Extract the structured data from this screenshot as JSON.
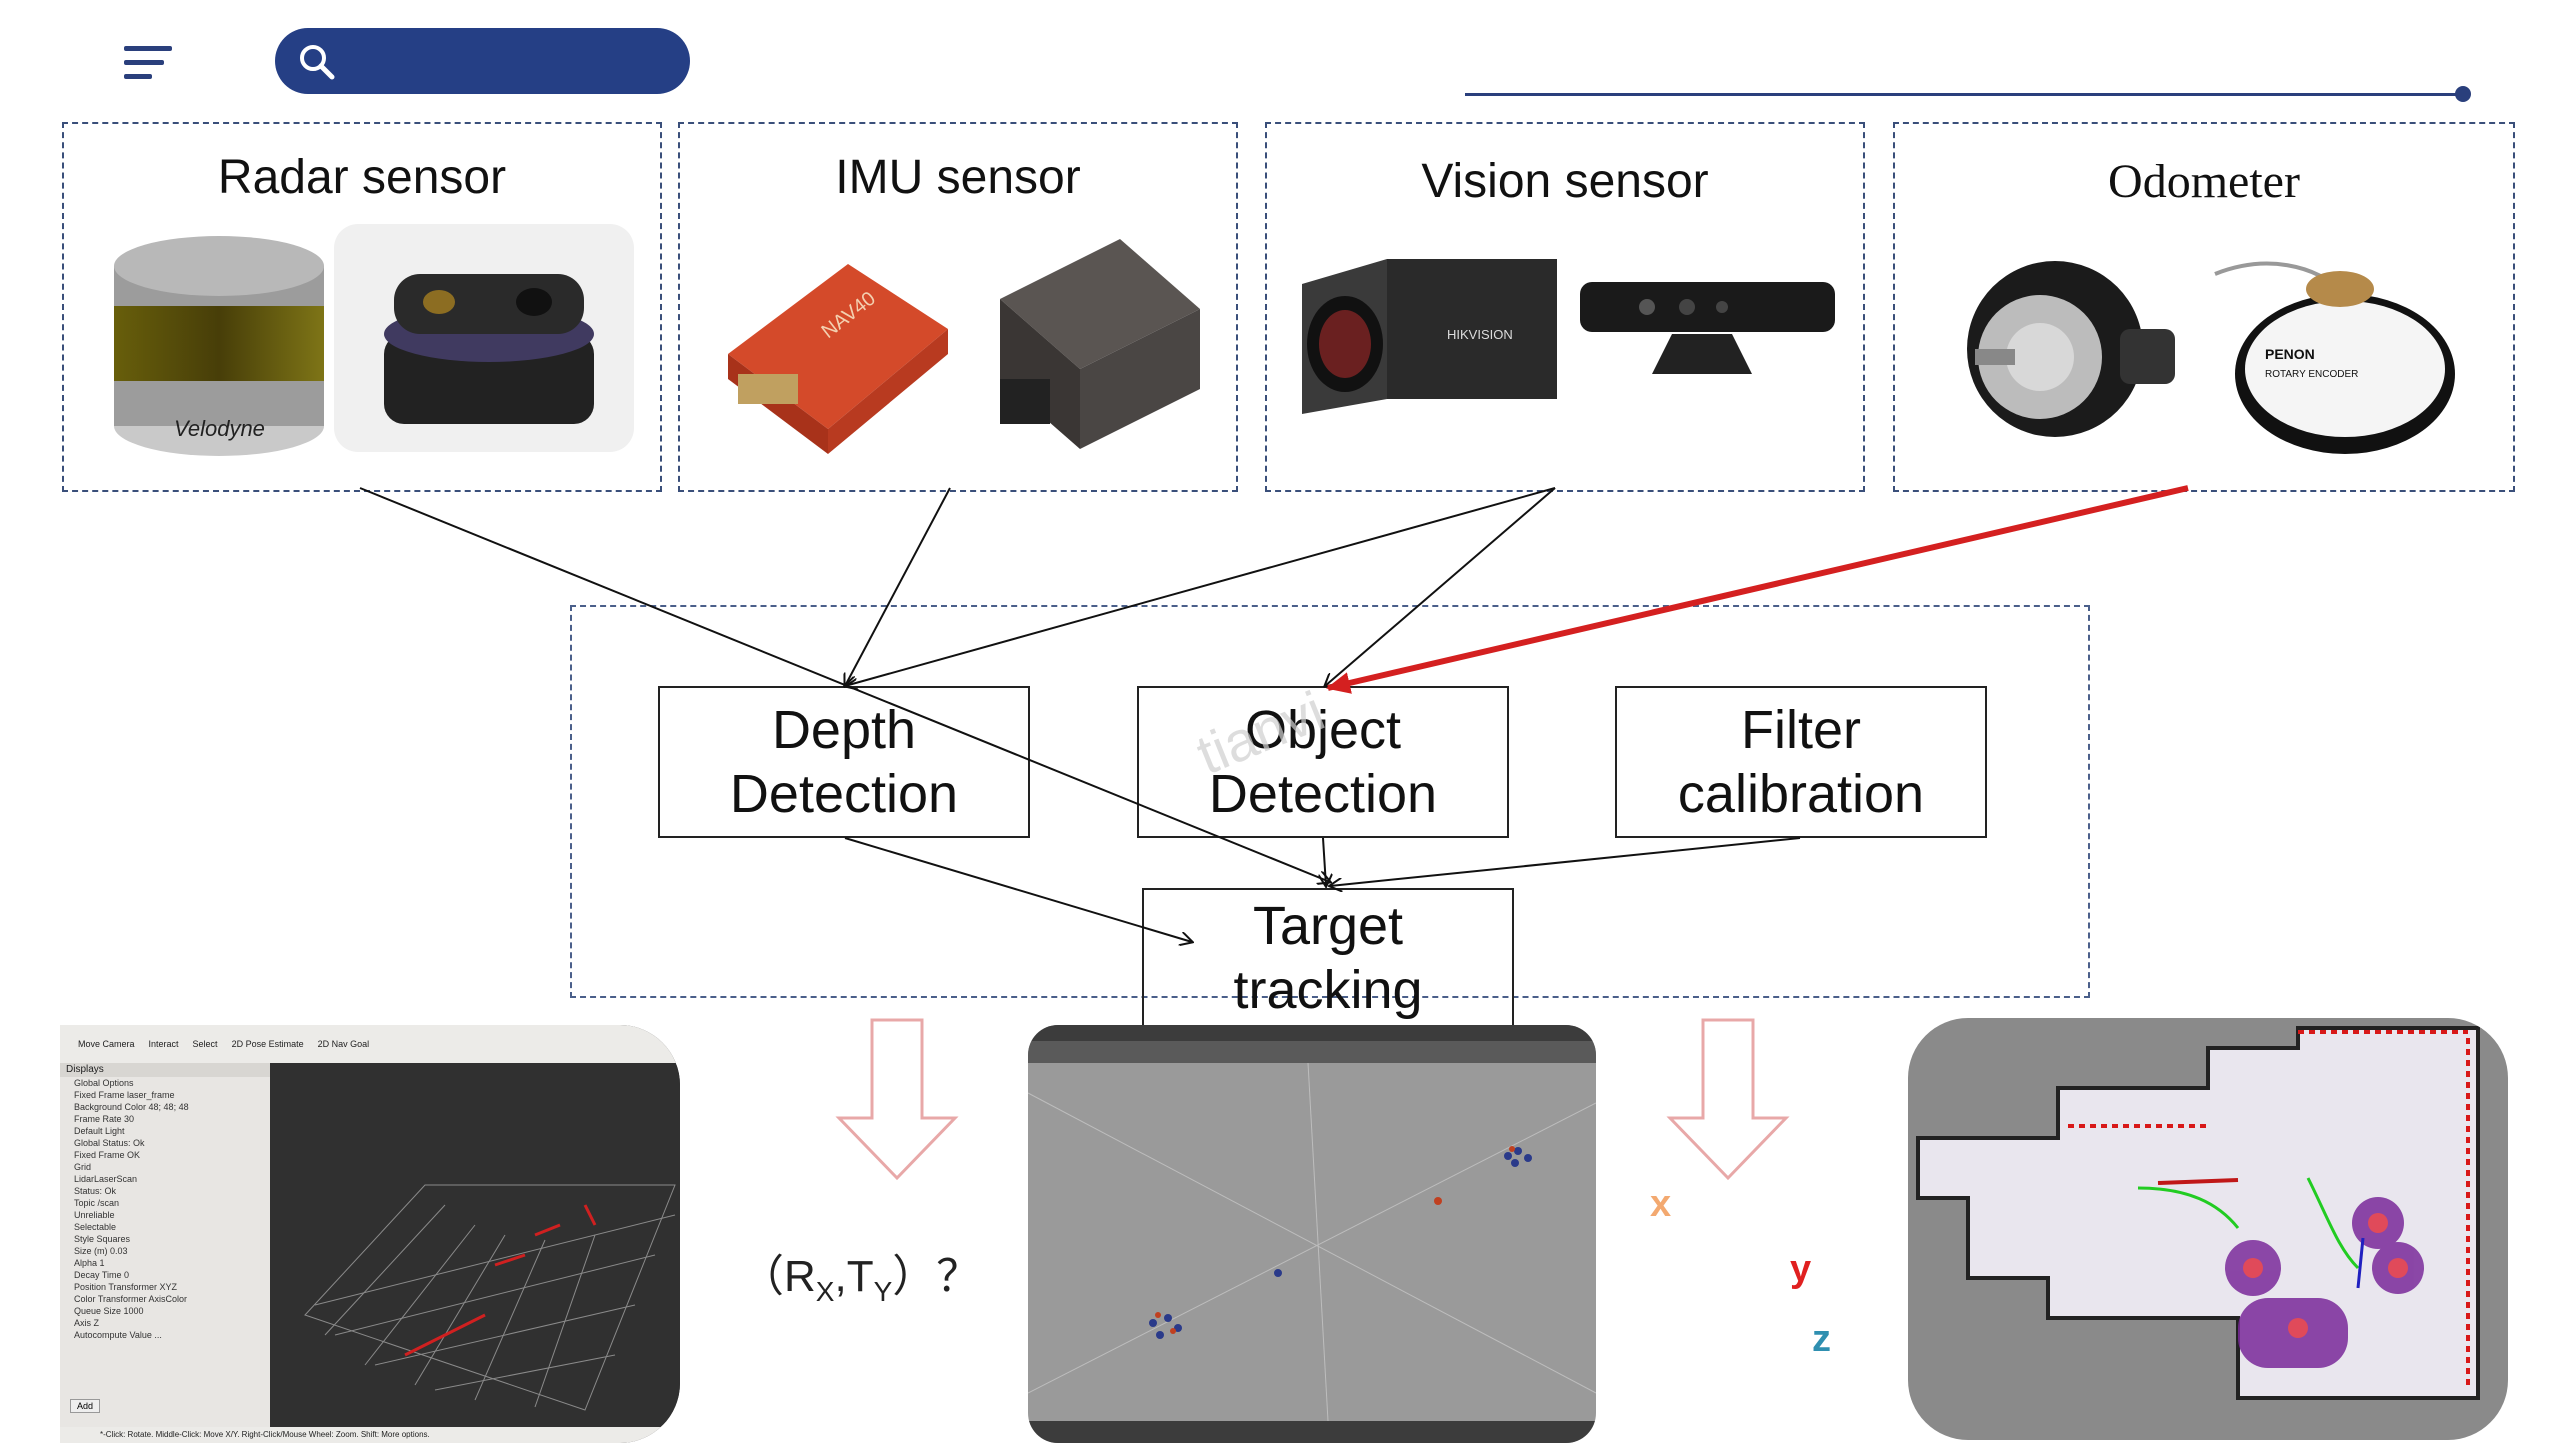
{
  "sensors": [
    {
      "title": "Radar sensor"
    },
    {
      "title": "IMU sensor"
    },
    {
      "title": "Vision sensor"
    },
    {
      "title": "Odometer"
    }
  ],
  "processing": {
    "depth": "Depth\nDetection",
    "object": "Object\nDetection",
    "filter": "Filter\ncalibration",
    "tracking": "Target\ntracking"
  },
  "watermark": "tianvi",
  "formula": "（RX,TY）？",
  "axes": {
    "x": "x",
    "y": "y",
    "z": "z"
  },
  "colors": {
    "accent": "#253f85",
    "arrow_red": "#d42020",
    "down_arrow": "#e8a8a8",
    "x": "#f3a970",
    "y": "#e02020",
    "z": "#2f8fb0"
  },
  "rviz": {
    "toolbar": [
      "Move Camera",
      "Interact",
      "Select",
      "2D Pose Estimate",
      "2D Nav Goal"
    ],
    "panel_title": "Displays",
    "rows": [
      "Global Options",
      "Fixed Frame   laser_frame",
      "Background Color   48; 48; 48",
      "Frame Rate   30",
      "Default Light",
      "Global Status: Ok",
      "Fixed Frame   OK",
      "Grid",
      "LidarLaserScan",
      "Status: Ok",
      "Topic   /scan",
      "Unreliable",
      "Selectable",
      "Style   Squares",
      "Size (m)   0.03",
      "Alpha   1",
      "Decay Time   0",
      "Position Transformer   XYZ",
      "Color Transformer   AxisColor",
      "Queue Size   1000",
      "Axis   Z",
      "Autocompute Value ..."
    ],
    "add_label": "Add",
    "status_text": "*-Click: Rotate. Middle-Click: Move X/Y. Right-Click/Mouse Wheel: Zoom. Shift: More options."
  }
}
